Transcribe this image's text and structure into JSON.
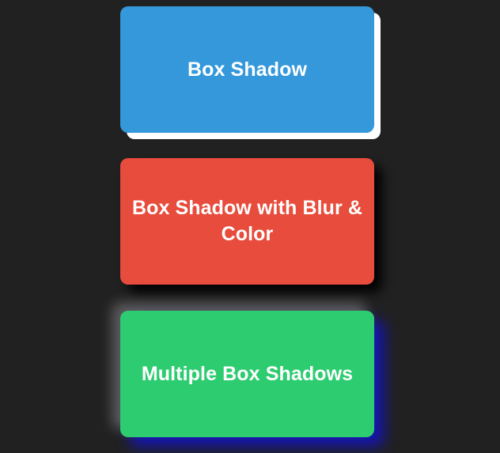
{
  "page": {
    "background_color": "#212121",
    "text_color": "#ffffff"
  },
  "boxes": [
    {
      "id": "plain",
      "label": "Box Shadow",
      "background_color": "#3498db",
      "shadow_color": "#ffffff",
      "shadow": "8px 8px 0 #ffffff"
    },
    {
      "id": "blur",
      "label": "Box Shadow with Blur & Color",
      "background_color": "#e74c3c",
      "shadow_color": "#000000",
      "shadow": "10px 10px 14px rgba(0,0,0,0.95)"
    },
    {
      "id": "multiple",
      "label": "Multiple Box Shadows",
      "background_color": "#2ecc71",
      "shadow_color": "#1414be",
      "shadow": "-10px -10px 16px rgba(235,235,245,0.30), 12px 12px 18px rgba(20,20,190,0.95)"
    }
  ]
}
